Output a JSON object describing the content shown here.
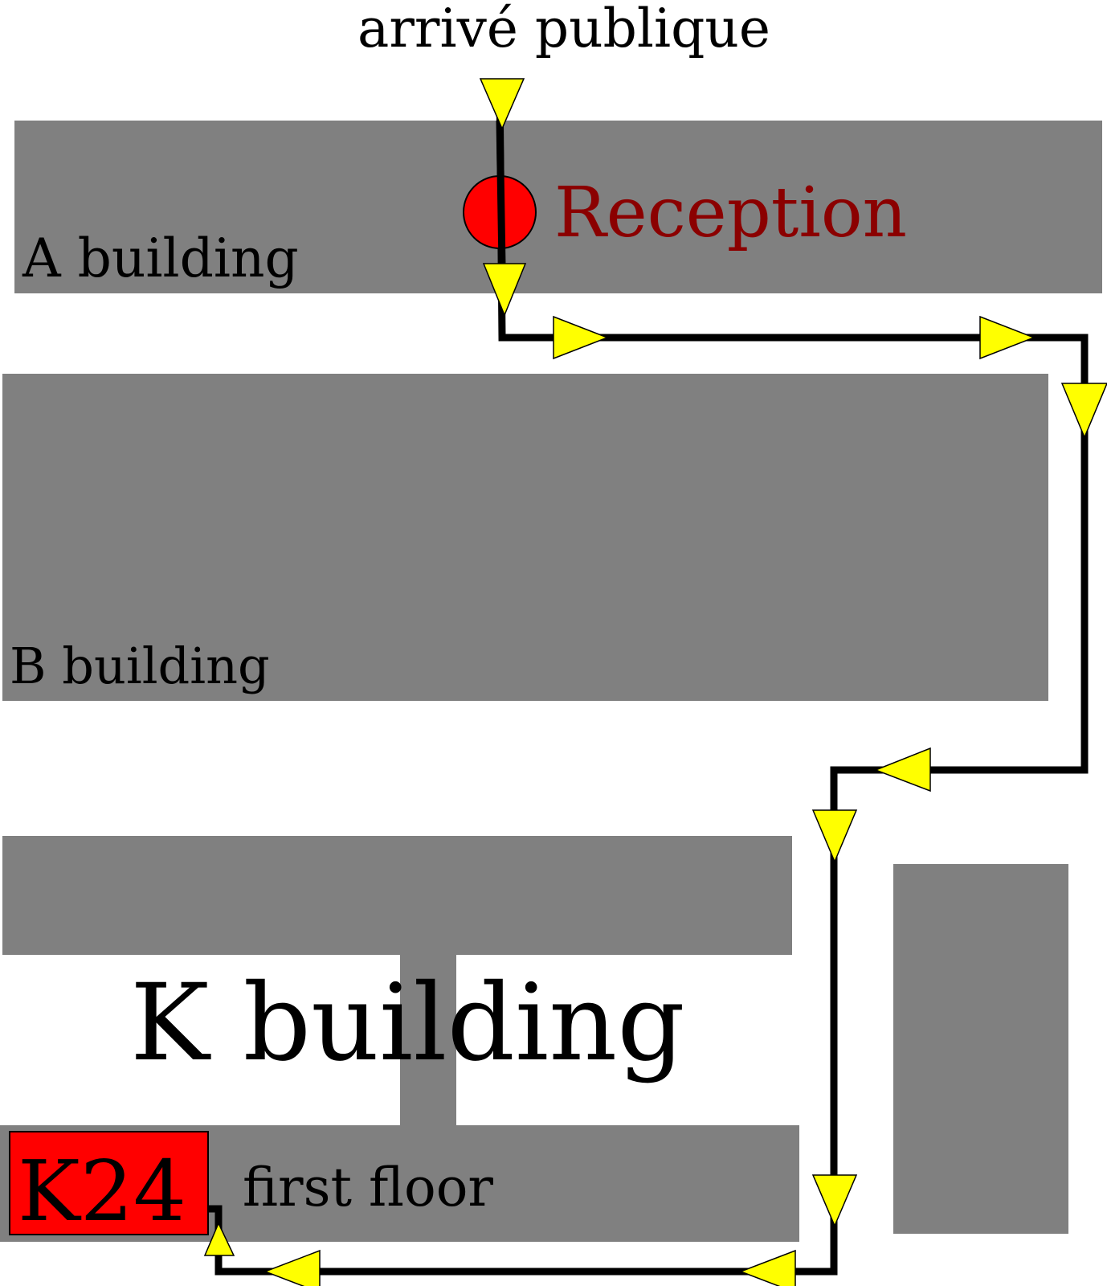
{
  "labels": {
    "entrance": "arrivé publique",
    "reception": "Reception",
    "building_a": "A building",
    "building_b": "B building",
    "building_k": "K building",
    "room": "K24",
    "floor": "first floor"
  },
  "icons": {
    "route_arrow": "triangle-arrow",
    "reception_marker": "circle-marker"
  },
  "colors": {
    "building": "#808080",
    "route_line": "#000000",
    "arrow_fill": "#ffff00",
    "reception_fill": "#ff0000",
    "reception_text": "#8b0000",
    "room_fill": "#ff0000",
    "text": "#000000"
  }
}
